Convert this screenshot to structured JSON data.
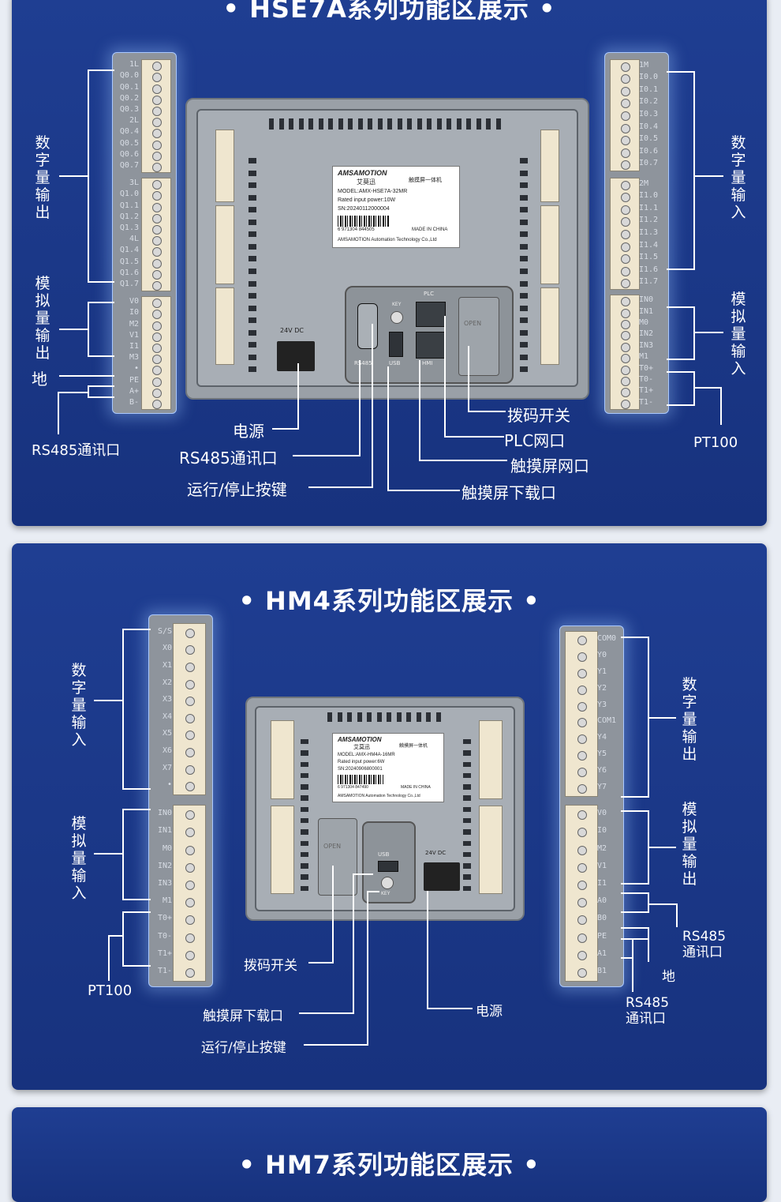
{
  "panel1": {
    "title": "• HSE7A系列功能区展示 •",
    "left_labels": {
      "digital_output": "数字量输出",
      "analog_output": "模拟量输出",
      "ground": "地",
      "rs485": "RS485通讯口"
    },
    "right_labels": {
      "digital_input": "数字量输入",
      "analog_input": "模拟量输入",
      "pt100": "PT100"
    },
    "bottom_labels": {
      "power": "电源",
      "rs485": "RS485通讯口",
      "run_stop": "运行/停止按键",
      "dip_switch": "拨码开关",
      "plc_port": "PLC网口",
      "touch_port": "触摸屏网口",
      "touch_download": "触摸屏下载口"
    },
    "left_pins_a": [
      "1L",
      "Q0.0",
      "Q0.1",
      "Q0.2",
      "Q0.3",
      "2L",
      "Q0.4",
      "Q0.5",
      "Q0.6",
      "Q0.7"
    ],
    "left_pins_b": [
      "3L",
      "Q1.0",
      "Q1.1",
      "Q1.2",
      "Q1.3",
      "4L",
      "Q1.4",
      "Q1.5",
      "Q1.6",
      "Q1.7"
    ],
    "left_pins_c": [
      "V0",
      "I0",
      "M2",
      "V1",
      "I1",
      "M3",
      "•",
      "PE",
      "A+",
      "B-"
    ],
    "right_pins_a": [
      "1M",
      "I0.0",
      "I0.1",
      "I0.2",
      "I0.3",
      "I0.4",
      "I0.5",
      "I0.6",
      "I0.7"
    ],
    "right_pins_b": [
      "2M",
      "I1.0",
      "I1.1",
      "I1.2",
      "I1.3",
      "I1.4",
      "I1.5",
      "I1.6",
      "I1.7"
    ],
    "right_pins_c": [
      "IN0",
      "IN1",
      "M0",
      "IN2",
      "IN3",
      "M1",
      "T0+",
      "T0-",
      "T1+",
      "T1-"
    ],
    "nameplate": {
      "brand": "AMSAMOTION",
      "cn_brand": "艾莫迅",
      "product": "触摸屏一体机",
      "model": "MODEL:AMX-HSE7A-32MR",
      "power": "Rated input power:10W",
      "sn": "SN:20240112000004",
      "barcode": "6 971304 844505",
      "made": "MADE IN CHINA",
      "company": "AMSAMOTION Automation Technology Co.,Ltd"
    },
    "device_text": {
      "dc": "24V  DC",
      "plc": "PLC",
      "rs485": "RS485",
      "usb": "USB",
      "hmi": "HMI",
      "open": "OPEN",
      "key": "KEY"
    }
  },
  "panel2": {
    "title": "• HM4系列功能区展示 •",
    "left_labels": {
      "digital_input": "数字量输入",
      "analog_input": "模拟量输入",
      "pt100": "PT100"
    },
    "right_labels": {
      "digital_output": "数字量输出",
      "analog_output": "模拟量输出",
      "rs485_a": "RS485 通讯口",
      "ground": "地",
      "rs485_b": "RS485 通讯口"
    },
    "bottom_labels": {
      "dip_switch": "拨码开关",
      "touch_download": "触摸屏下载口",
      "run_stop": "运行/停止按键",
      "power": "电源"
    },
    "left_pins_a": [
      "S/S",
      "X0",
      "X1",
      "X2",
      "X3",
      "X4",
      "X5",
      "X6",
      "X7",
      "•"
    ],
    "left_pins_b": [
      "IN0",
      "IN1",
      "M0",
      "IN2",
      "IN3",
      "M1",
      "T0+",
      "T0-",
      "T1+",
      "T1-"
    ],
    "right_pins_a": [
      "COM0",
      "Y0",
      "Y1",
      "Y2",
      "Y3",
      "COM1",
      "Y4",
      "Y5",
      "Y6",
      "Y7"
    ],
    "right_pins_b": [
      "V0",
      "I0",
      "M2",
      "V1",
      "I1",
      "A0",
      "B0",
      "PE",
      "A1",
      "B1"
    ],
    "nameplate": {
      "brand": "AMSAMOTION",
      "cn_brand": "艾莫迅",
      "product": "触摸屏一体机",
      "model": "MODEL:AMX-HM4A-16MR",
      "power": "Rated input power:6W",
      "sn": "SN:20240906800001",
      "barcode": "6 971304 847490",
      "made": "MADE IN CHINA",
      "company": "AMSAMOTION Automation Technology Co.,Ltd"
    },
    "device_text": {
      "dc": "24V  DC",
      "usb": "USB",
      "open": "OPEN",
      "key": "KEY"
    }
  },
  "panel3": {
    "title": "• HM7系列功能区展示 •"
  }
}
